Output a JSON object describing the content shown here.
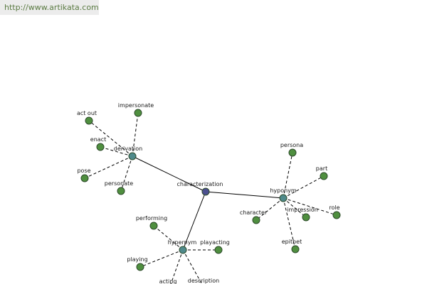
{
  "url_banner": {
    "text": "http://www.artikata.com"
  },
  "colors": {
    "center_node": "#4b4f8f",
    "relation_node": "#4f8a8b",
    "word_node": "#4f8f3f",
    "edge": "#000000",
    "banner_bg": "#ececec",
    "banner_text": "#5b7b43"
  },
  "graph": {
    "center": {
      "id": "characterization",
      "label": "characterization"
    },
    "relations": [
      {
        "id": "derivation",
        "label": "derivation",
        "words": [
          "act out",
          "impersonate",
          "enact",
          "pose",
          "personate"
        ]
      },
      {
        "id": "hyponym",
        "label": "hyponym",
        "words": [
          "persona",
          "part",
          "character",
          "impression",
          "role",
          "epithet"
        ]
      },
      {
        "id": "hypernym",
        "label": "hypernym",
        "words": [
          "performing",
          "playacting",
          "playing",
          "acting",
          "description"
        ]
      }
    ]
  }
}
